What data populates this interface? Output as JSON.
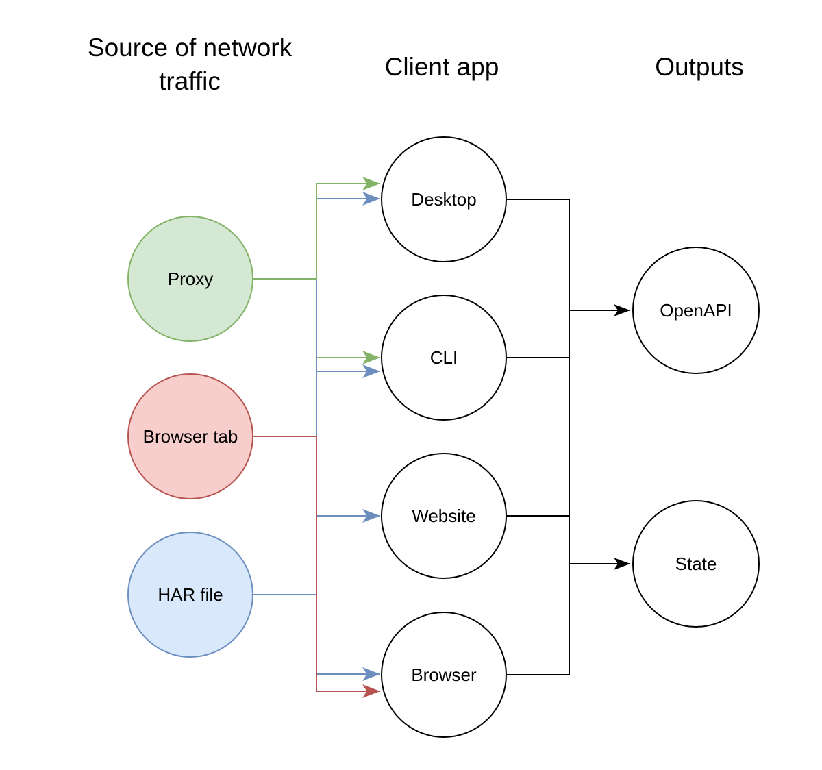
{
  "diagram": {
    "headers": {
      "sources": "Source of network traffic",
      "clients": "Client app",
      "outputs": "Outputs"
    },
    "nodes": {
      "sources": [
        {
          "label": "Proxy",
          "fill": "#d5e8d4",
          "stroke": "#82b366"
        },
        {
          "label": "Browser tab",
          "fill": "#f8cecc",
          "stroke": "#b85450"
        },
        {
          "label": "HAR file",
          "fill": "#dae8fc",
          "stroke": "#6c8ebf"
        }
      ],
      "clients": [
        {
          "label": "Desktop",
          "fill": "#ffffff",
          "stroke": "#000000"
        },
        {
          "label": "CLI",
          "fill": "#ffffff",
          "stroke": "#000000"
        },
        {
          "label": "Website",
          "fill": "#ffffff",
          "stroke": "#000000"
        },
        {
          "label": "Browser",
          "fill": "#ffffff",
          "stroke": "#000000"
        }
      ],
      "outputs": [
        {
          "label": "OpenAPI",
          "fill": "#ffffff",
          "stroke": "#000000"
        },
        {
          "label": "State",
          "fill": "#ffffff",
          "stroke": "#000000"
        }
      ]
    },
    "edges": [
      {
        "from": "Proxy",
        "to": "Desktop",
        "color": "#82b366"
      },
      {
        "from": "Proxy",
        "to": "CLI",
        "color": "#82b366"
      },
      {
        "from": "HAR file",
        "to": "Desktop",
        "color": "#6c8ebf"
      },
      {
        "from": "HAR file",
        "to": "CLI",
        "color": "#6c8ebf"
      },
      {
        "from": "HAR file",
        "to": "Website",
        "color": "#6c8ebf"
      },
      {
        "from": "HAR file",
        "to": "Browser",
        "color": "#6c8ebf"
      },
      {
        "from": "Browser tab",
        "to": "Browser",
        "color": "#b85450"
      },
      {
        "from": "Desktop",
        "to": "output bus",
        "color": "#000000"
      },
      {
        "from": "CLI",
        "to": "output bus",
        "color": "#000000"
      },
      {
        "from": "Website",
        "to": "output bus",
        "color": "#000000"
      },
      {
        "from": "Browser",
        "to": "output bus",
        "color": "#000000"
      },
      {
        "from": "output bus",
        "to": "OpenAPI",
        "color": "#000000"
      },
      {
        "from": "output bus",
        "to": "State",
        "color": "#000000"
      }
    ],
    "colors": {
      "green": "#82b366",
      "blue": "#6c8ebf",
      "red": "#b85450",
      "black": "#000000",
      "green_fill": "#d5e8d4",
      "red_fill": "#f8cecc",
      "blue_fill": "#dae8fc"
    }
  }
}
